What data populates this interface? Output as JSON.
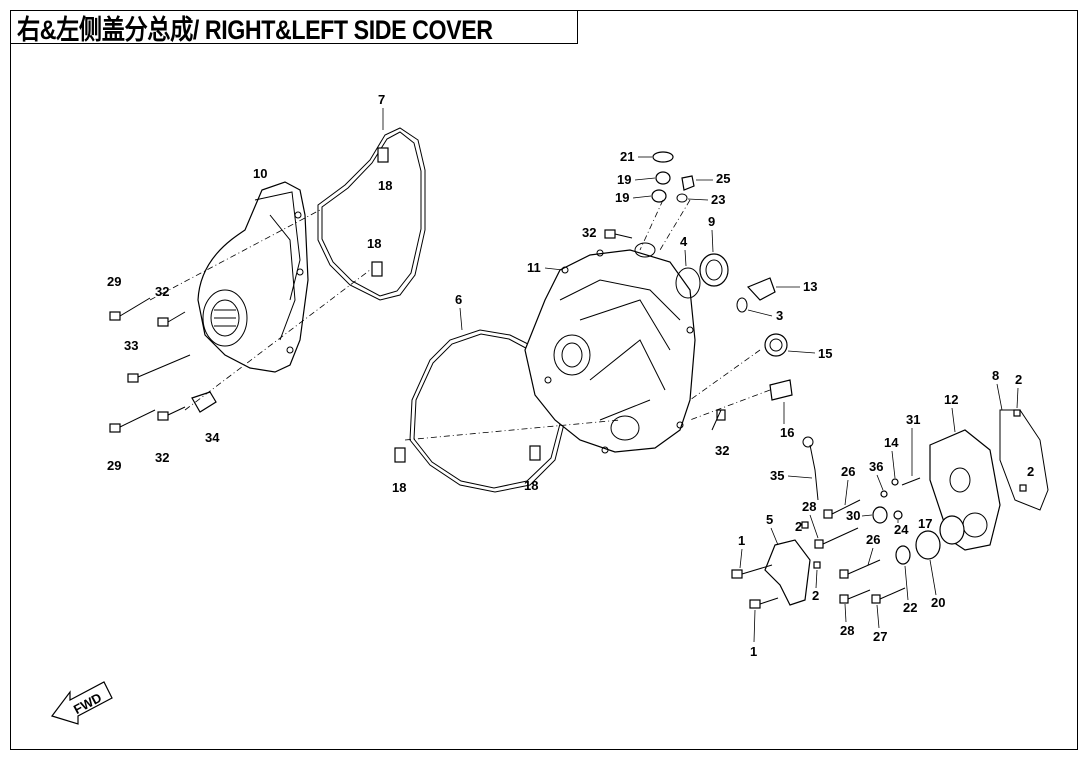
{
  "title": "右&左侧盖分总成/ RIGHT&LEFT SIDE COVER",
  "fwd_label": "FWD",
  "callouts": [
    {
      "id": "c7",
      "text": "7"
    },
    {
      "id": "c10",
      "text": "10"
    },
    {
      "id": "c18a",
      "text": "18"
    },
    {
      "id": "c18b",
      "text": "18"
    },
    {
      "id": "c29a",
      "text": "29"
    },
    {
      "id": "c32a",
      "text": "32"
    },
    {
      "id": "c33",
      "text": "33"
    },
    {
      "id": "c29b",
      "text": "29"
    },
    {
      "id": "c32b",
      "text": "32"
    },
    {
      "id": "c34",
      "text": "34"
    },
    {
      "id": "c6",
      "text": "6"
    },
    {
      "id": "c18c",
      "text": "18"
    },
    {
      "id": "c18d",
      "text": "18"
    },
    {
      "id": "c21",
      "text": "21"
    },
    {
      "id": "c19a",
      "text": "19"
    },
    {
      "id": "c19b",
      "text": "19"
    },
    {
      "id": "c25",
      "text": "25"
    },
    {
      "id": "c23",
      "text": "23"
    },
    {
      "id": "c32c",
      "text": "32"
    },
    {
      "id": "c4",
      "text": "4"
    },
    {
      "id": "c9",
      "text": "9"
    },
    {
      "id": "c11",
      "text": "11"
    },
    {
      "id": "c13",
      "text": "13"
    },
    {
      "id": "c3",
      "text": "3"
    },
    {
      "id": "c15",
      "text": "15"
    },
    {
      "id": "c16",
      "text": "16"
    },
    {
      "id": "c32d",
      "text": "32"
    },
    {
      "id": "c8",
      "text": "8"
    },
    {
      "id": "c2a",
      "text": "2"
    },
    {
      "id": "c12",
      "text": "12"
    },
    {
      "id": "c2b",
      "text": "2"
    },
    {
      "id": "c31",
      "text": "31"
    },
    {
      "id": "c14",
      "text": "14"
    },
    {
      "id": "c36",
      "text": "36"
    },
    {
      "id": "c26a",
      "text": "26"
    },
    {
      "id": "c35",
      "text": "35"
    },
    {
      "id": "c28a",
      "text": "28"
    },
    {
      "id": "c30",
      "text": "30"
    },
    {
      "id": "c24",
      "text": "24"
    },
    {
      "id": "c17",
      "text": "17"
    },
    {
      "id": "c5",
      "text": "5"
    },
    {
      "id": "c2c",
      "text": "2"
    },
    {
      "id": "c1a",
      "text": "1"
    },
    {
      "id": "c26b",
      "text": "26"
    },
    {
      "id": "c2d",
      "text": "2"
    },
    {
      "id": "c22",
      "text": "22"
    },
    {
      "id": "c20",
      "text": "20"
    },
    {
      "id": "c28b",
      "text": "28"
    },
    {
      "id": "c27",
      "text": "27"
    },
    {
      "id": "c1b",
      "text": "1"
    }
  ]
}
